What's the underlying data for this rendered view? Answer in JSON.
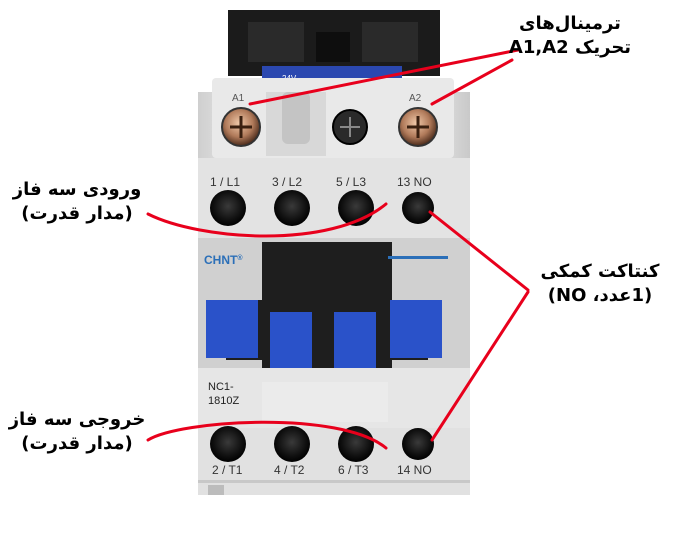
{
  "device": {
    "brand": "CHNT",
    "brand_mark": "®",
    "model_line1": "NC1-",
    "model_line2": "1810Z",
    "coil_voltage": "24V",
    "top_labels": [
      "A1",
      "A2"
    ],
    "upper_terminals": [
      "1 / L1",
      "3 / L2",
      "5 / L3",
      "13 NO"
    ],
    "lower_terminals": [
      "2 / T1",
      "4 / T2",
      "6 / T3",
      "14 NO"
    ]
  },
  "callouts": {
    "coil_line1": "ترمینال‌های",
    "coil_line2": "تحریک A1,A2",
    "input_line1": "ورودی سه فاز",
    "input_line2": "(مدار قدرت)",
    "aux_line1": "کنتاکت کمکی",
    "aux_line2": "(1عدد، NO)",
    "output_line1": "خروجی سه فاز",
    "output_line2": "(مدار قدرت)"
  },
  "colors": {
    "annotation_red": "#e8001c",
    "button_blue": "#2a52c9",
    "housing_gray": "#dcdcdc",
    "dark_plastic": "#1e1e1e",
    "brand_blue": "#2b6fb8"
  }
}
